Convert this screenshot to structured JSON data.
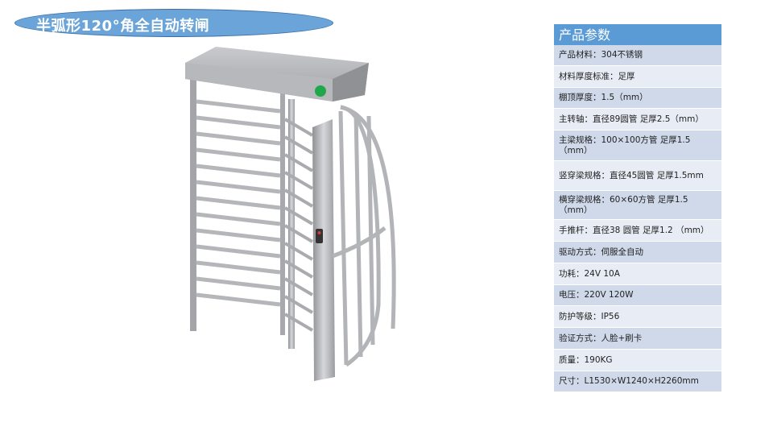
{
  "title": "半弧形120°角全自动转闸",
  "photo": {
    "indicator_color": "#1fa84a",
    "steel_color": "#b9babd"
  },
  "spec": {
    "header": "产品参数",
    "rows": [
      "产品材料：304不锈钢",
      "材料厚度标准：足厚",
      "棚顶厚度：1.5（mm）",
      "主转轴：直径89圆管 足厚2.5（mm）",
      "主梁规格：100×100方管   足厚1.5（mm）",
      "竖穿梁规格：直径45圆管   足厚1.5mm",
      "横穿梁规格：60×60方管 足厚1.5（mm）",
      "手推杆：直径38  圆管 足厚1.2 （mm）",
      "驱动方式：伺服全自动",
      "功耗：24V 10A",
      "电压：220V  120W",
      "防护等级：IP56",
      "验证方式：人脸+刷卡",
      "质量：190KG",
      "尺寸：L1530×W1240×H2260mm"
    ]
  }
}
